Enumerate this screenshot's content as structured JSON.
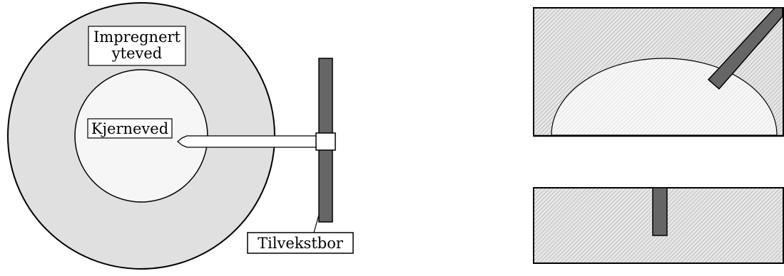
{
  "labels": {
    "sapwood": [
      "Impregnert",
      "yteved"
    ],
    "heartwood": "Kjerneved",
    "borer": "Tilvekstbor"
  },
  "colors": {
    "sapwood_fill": "#e0e0e0",
    "heartwood_fill": "#f6f6f6",
    "borer_fill": "#666666",
    "outline": "#000000"
  }
}
